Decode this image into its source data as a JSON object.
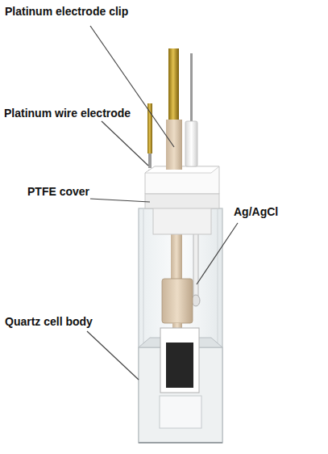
{
  "diagram": {
    "labels": [
      "Platinum electrode clip",
      "Platinum wire electrode",
      "PTFE cover",
      "Ag/AgCl",
      "Quartz cell body"
    ]
  }
}
